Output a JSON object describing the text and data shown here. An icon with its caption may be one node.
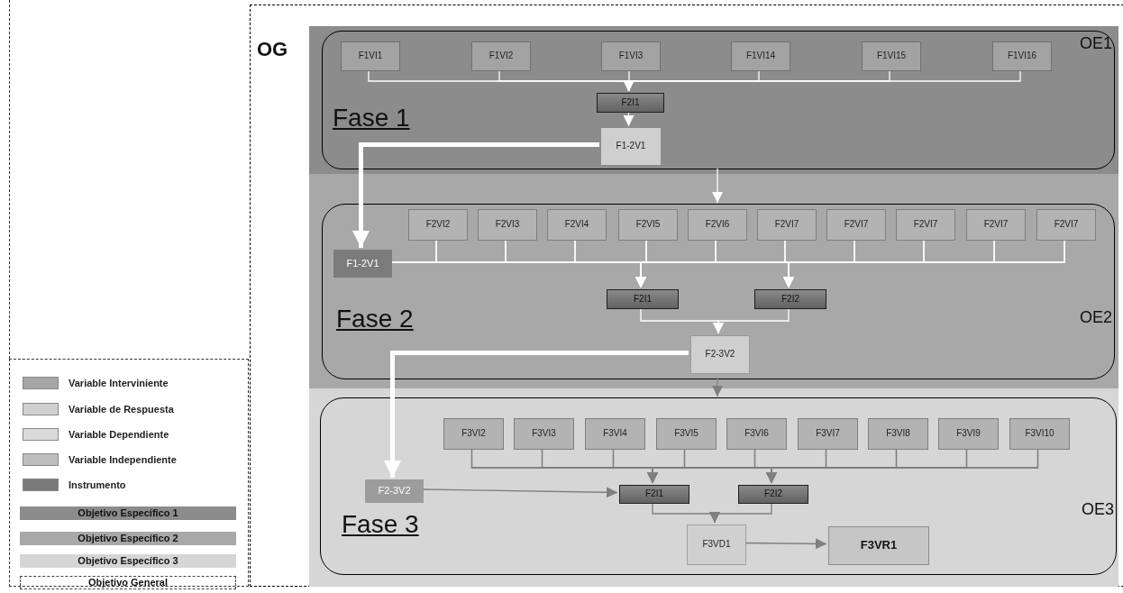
{
  "diagram": {
    "nodes": [
      {
        "text": [
          "OG"
        ]
      },
      {
        "text": [],
        "shape": "box",
        "in": 0
      },
      {
        "text": [
          "Fase 1",
          "OE1"
        ],
        "in": 1
      },
      {
        "text": [
          "F1VI1"
        ],
        "in": 2
      },
      {
        "text": [
          "F1VI2"
        ],
        "in": 2
      },
      {
        "text": [
          "F1VI3"
        ],
        "in": 2
      },
      {
        "text": [
          "F1VI14"
        ],
        "in": 2
      },
      {
        "text": [
          "F1VI15"
        ],
        "in": 2
      },
      {
        "text": [
          "F1VI16"
        ],
        "in": 2
      },
      {
        "text": [
          "F2I1"
        ],
        "in": 2
      },
      {
        "text": [
          "F1-2V1"
        ],
        "in": 2
      },
      {
        "text": [],
        "shape": "box",
        "in": 0
      },
      {
        "text": [
          "Fase 2",
          "OE2"
        ],
        "in": 11
      },
      {
        "text": [
          "F2VI2"
        ],
        "in": 12
      },
      {
        "text": [
          "F2VI3"
        ],
        "in": 12
      },
      {
        "text": [
          "F2VI4"
        ],
        "in": 12
      },
      {
        "text": [
          "F2VI5"
        ],
        "in": 12
      },
      {
        "text": [
          "F2VI6"
        ],
        "in": 12
      },
      {
        "text": [
          "F2VI7"
        ],
        "in": 12
      },
      {
        "text": [
          "F2VI7"
        ],
        "in": 12
      },
      {
        "text": [
          "F2VI7"
        ],
        "in": 12
      },
      {
        "text": [
          "F2VI7"
        ],
        "in": 12
      },
      {
        "text": [
          "F2VI7"
        ],
        "in": 12
      },
      {
        "text": [
          "F1-2V1"
        ],
        "in": 12
      },
      {
        "text": [
          "F2I1"
        ],
        "in": 12
      },
      {
        "text": [
          "F2I2"
        ],
        "in": 12
      },
      {
        "text": [
          "F2-3V2"
        ],
        "in": 12
      },
      {
        "text": [],
        "shape": "box",
        "in": 0
      },
      {
        "text": [
          "Fase 3",
          "OE3"
        ],
        "in": 27
      },
      {
        "text": [
          "F3VI2"
        ],
        "in": 28
      },
      {
        "text": [
          "F3VI3"
        ],
        "in": 28
      },
      {
        "text": [
          "F3VI4"
        ],
        "in": 28
      },
      {
        "text": [
          "F3VI5"
        ],
        "in": 28
      },
      {
        "text": [
          "F3VI6"
        ],
        "in": 28
      },
      {
        "text": [
          "F3VI7"
        ],
        "in": 28
      },
      {
        "text": [
          "F3VI8"
        ],
        "in": 28
      },
      {
        "text": [
          "F3VI9"
        ],
        "in": 28
      },
      {
        "text": [
          "F3VI10"
        ],
        "in": 28
      },
      {
        "text": [
          "F2-3V2"
        ],
        "in": 28
      },
      {
        "text": [
          "F2I1"
        ],
        "in": 28
      },
      {
        "text": [
          "F2I2"
        ],
        "in": 28
      },
      {
        "text": [
          "F3VD1"
        ],
        "in": 28
      },
      {
        "text": [
          "F3VR1"
        ],
        "in": 28
      }
    ],
    "edges": [
      {
        "from": 3,
        "to": 9,
        "arrow": "to"
      },
      {
        "from": 4,
        "to": 9,
        "arrow": "to"
      },
      {
        "from": 5,
        "to": 9,
        "arrow": "to"
      },
      {
        "from": 6,
        "to": 9,
        "arrow": "to"
      },
      {
        "from": 7,
        "to": 9,
        "arrow": "to"
      },
      {
        "from": 8,
        "to": 9,
        "arrow": "to"
      },
      {
        "from": 9,
        "to": 10,
        "arrow": "to"
      },
      {
        "from": 10,
        "to": 23,
        "arrow": "to",
        "style": "thick"
      },
      {
        "from": 2,
        "to": 12,
        "arrow": "to"
      },
      {
        "from": 13,
        "to": 24,
        "arrow": "to"
      },
      {
        "from": 13,
        "to": 25,
        "arrow": "to"
      },
      {
        "from": 14,
        "to": 24,
        "arrow": "to"
      },
      {
        "from": 14,
        "to": 25,
        "arrow": "to"
      },
      {
        "from": 15,
        "to": 24,
        "arrow": "to"
      },
      {
        "from": 15,
        "to": 25,
        "arrow": "to"
      },
      {
        "from": 16,
        "to": 24,
        "arrow": "to"
      },
      {
        "from": 16,
        "to": 25,
        "arrow": "to"
      },
      {
        "from": 17,
        "to": 24,
        "arrow": "to"
      },
      {
        "from": 17,
        "to": 25,
        "arrow": "to"
      },
      {
        "from": 18,
        "to": 24,
        "arrow": "to"
      },
      {
        "from": 18,
        "to": 25,
        "arrow": "to"
      },
      {
        "from": 19,
        "to": 24,
        "arrow": "to"
      },
      {
        "from": 19,
        "to": 25,
        "arrow": "to"
      },
      {
        "from": 20,
        "to": 24,
        "arrow": "to"
      },
      {
        "from": 20,
        "to": 25,
        "arrow": "to"
      },
      {
        "from": 21,
        "to": 24,
        "arrow": "to"
      },
      {
        "from": 21,
        "to": 25,
        "arrow": "to"
      },
      {
        "from": 22,
        "to": 24,
        "arrow": "to"
      },
      {
        "from": 22,
        "to": 25,
        "arrow": "to"
      },
      {
        "from": 23,
        "to": 24,
        "arrow": "to"
      },
      {
        "from": 23,
        "to": 25,
        "arrow": "to"
      },
      {
        "from": 24,
        "to": 26,
        "arrow": "to"
      },
      {
        "from": 25,
        "to": 26,
        "arrow": "to"
      },
      {
        "from": 26,
        "to": 38,
        "arrow": "to",
        "style": "thick"
      },
      {
        "from": 12,
        "to": 28,
        "arrow": "to",
        "color": "#7f7f7f"
      },
      {
        "from": 29,
        "to": 39,
        "arrow": "to",
        "color": "#7f7f7f"
      },
      {
        "from": 29,
        "to": 40,
        "arrow": "to",
        "color": "#7f7f7f"
      },
      {
        "from": 30,
        "to": 39,
        "arrow": "to",
        "color": "#7f7f7f"
      },
      {
        "from": 30,
        "to": 40,
        "arrow": "to",
        "color": "#7f7f7f"
      },
      {
        "from": 31,
        "to": 39,
        "arrow": "to",
        "color": "#7f7f7f"
      },
      {
        "from": 31,
        "to": 40,
        "arrow": "to",
        "color": "#7f7f7f"
      },
      {
        "from": 32,
        "to": 39,
        "arrow": "to",
        "color": "#7f7f7f"
      },
      {
        "from": 32,
        "to": 40,
        "arrow": "to",
        "color": "#7f7f7f"
      },
      {
        "from": 33,
        "to": 39,
        "arrow": "to",
        "color": "#7f7f7f"
      },
      {
        "from": 33,
        "to": 40,
        "arrow": "to",
        "color": "#7f7f7f"
      },
      {
        "from": 34,
        "to": 39,
        "arrow": "to",
        "color": "#7f7f7f"
      },
      {
        "from": 34,
        "to": 40,
        "arrow": "to",
        "color": "#7f7f7f"
      },
      {
        "from": 35,
        "to": 39,
        "arrow": "to",
        "color": "#7f7f7f"
      },
      {
        "from": 35,
        "to": 40,
        "arrow": "to",
        "color": "#7f7f7f"
      },
      {
        "from": 36,
        "to": 39,
        "arrow": "to",
        "color": "#7f7f7f"
      },
      {
        "from": 36,
        "to": 40,
        "arrow": "to",
        "color": "#7f7f7f"
      },
      {
        "from": 37,
        "to": 39,
        "arrow": "to",
        "color": "#7f7f7f"
      },
      {
        "from": 37,
        "to": 40,
        "arrow": "to",
        "color": "#7f7f7f"
      },
      {
        "from": 38,
        "to": 39,
        "arrow": "to",
        "color": "#7f7f7f"
      },
      {
        "from": 39,
        "to": 41,
        "arrow": "to",
        "color": "#7f7f7f"
      },
      {
        "from": 40,
        "to": 41,
        "arrow": "to",
        "color": "#7f7f7f"
      },
      {
        "from": 41,
        "to": 42,
        "arrow": "to",
        "color": "#7f7f7f"
      }
    ],
    "legend": [
      {
        "text": "Variable Interviniente",
        "color": "#a6a6a6"
      },
      {
        "text": "Variable de Respuesta",
        "color": "#d0d0d0"
      },
      {
        "text": "Variable Dependiente",
        "color": "#dadada"
      },
      {
        "text": "Variable Independiente",
        "color": "#bdbdbd"
      },
      {
        "text": "Instrumento",
        "color": "#7a7a7a"
      },
      {
        "text": "Objetivo Específico 1",
        "color": "#8c8c8c"
      },
      {
        "text": "Objetivo Específico 2",
        "color": "#a8a8a8"
      },
      {
        "text": "Objetivo Específico 3",
        "color": "#d6d6d6"
      },
      {
        "text": "Objetivo General"
      }
    ]
  }
}
